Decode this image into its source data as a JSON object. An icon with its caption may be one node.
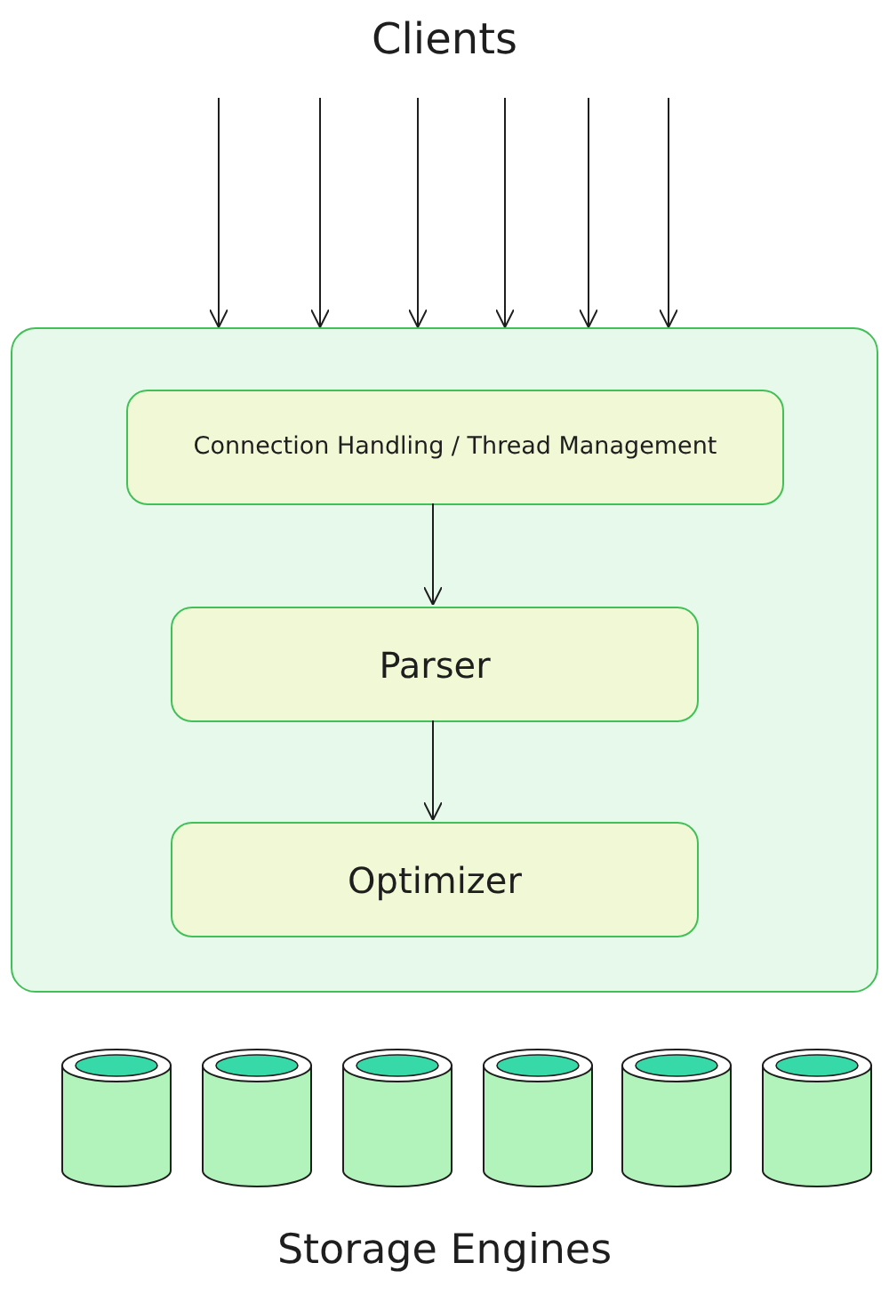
{
  "diagram": {
    "nodes": [
      {
        "text": [],
        "shape": "box"
      },
      {
        "text": [
          "Connection Handling / Thread Management"
        ],
        "in": 0
      },
      {
        "text": [
          "Parser"
        ],
        "in": 0
      },
      {
        "text": [
          "Optimizer"
        ],
        "in": 0
      },
      {
        "text": [],
        "shape": "cylinder"
      },
      {
        "text": [],
        "shape": "cylinder"
      },
      {
        "text": [],
        "shape": "cylinder"
      },
      {
        "text": [],
        "shape": "cylinder"
      },
      {
        "text": [],
        "shape": "cylinder"
      },
      {
        "text": [],
        "shape": "cylinder"
      }
    ],
    "edges": [
      {
        "from": null,
        "to": 0,
        "arrow": "to"
      },
      {
        "from": null,
        "to": 0,
        "arrow": "to"
      },
      {
        "from": null,
        "to": 0,
        "arrow": "to"
      },
      {
        "from": null,
        "to": 0,
        "arrow": "to"
      },
      {
        "from": null,
        "to": 0,
        "arrow": "to"
      },
      {
        "from": null,
        "to": 0,
        "arrow": "to"
      },
      {
        "from": 1,
        "to": 2,
        "arrow": "to"
      },
      {
        "from": 2,
        "to": 3,
        "arrow": "to"
      }
    ],
    "labels": [
      "Clients",
      "Storage Engines"
    ]
  }
}
